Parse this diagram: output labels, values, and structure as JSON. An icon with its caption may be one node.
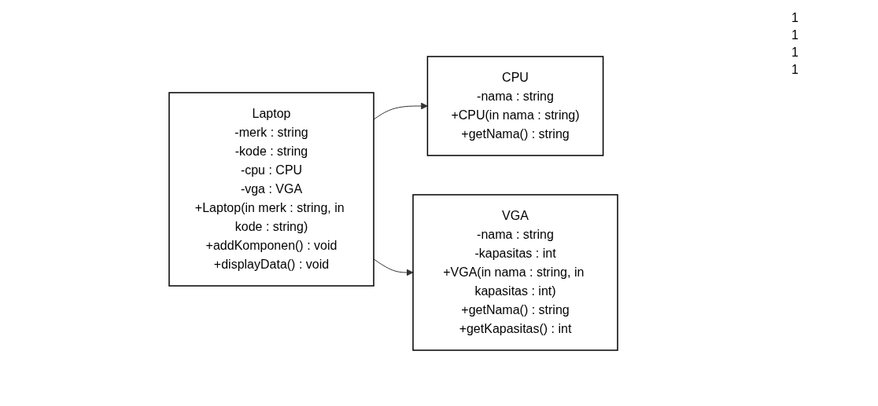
{
  "diagram": {
    "nodes": [
      {
        "text": [
          "Laptop",
          "-merk : string",
          "-kode : string",
          "-cpu : CPU",
          "-vga : VGA",
          "+Laptop(in merk : string, in kode : string)",
          "+addKomponen() : void",
          "+displayData() : void"
        ]
      },
      {
        "text": [
          "CPU",
          "-nama : string",
          "+CPU(in nama : string)",
          "+getNama() : string"
        ]
      },
      {
        "text": [
          "VGA",
          "-nama : string",
          "-kapasitas : int",
          "+VGA(in nama : string, in kapasitas : int)",
          "+getNama() : string",
          "+getKapasitas() : int"
        ]
      }
    ],
    "edges": [
      {
        "from": 0,
        "to": 1,
        "arrow": "to"
      },
      {
        "from": 0,
        "to": 2,
        "arrow": "to"
      }
    ],
    "labels": [
      "1",
      "1",
      "1",
      "1"
    ]
  }
}
